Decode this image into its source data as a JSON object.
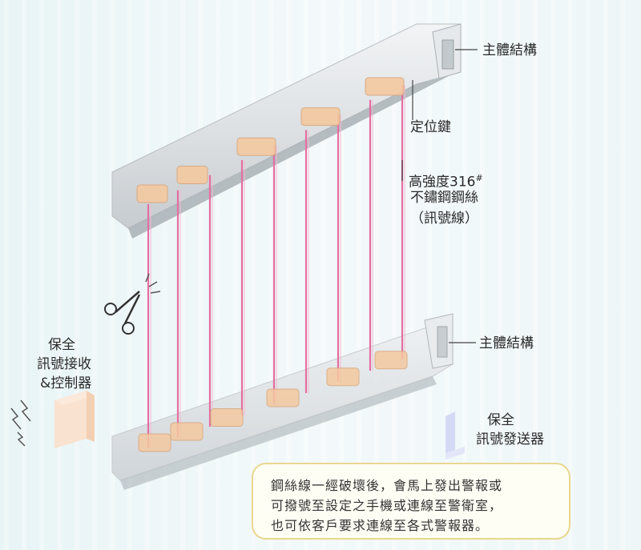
{
  "labels": {
    "top_structure": "主體結構",
    "locator_key": "定位鍵",
    "wire_line1": "高強度316",
    "wire_line1_sup": "#",
    "wire_line2": "不鏽鋼鋼絲",
    "wire_line3": "（訊號線）",
    "bottom_structure": "主體結構",
    "receiver_line1": "保全",
    "receiver_line2": "訊號接收",
    "receiver_line3": "&控制器",
    "transmitter_line1": "保全",
    "transmitter_line2": "訊號發送器"
  },
  "note": {
    "line1": "鋼絲線一經破壞後，會馬上發出警報或",
    "line2": "可撥號至設定之手機或連線至警衛室，",
    "line3": "也可依客戶要求連線至各式警報器。"
  },
  "colors": {
    "wire": "#e36fa3",
    "rail": "#dfe3e6",
    "clip": "#f4c9a0",
    "note_border": "#e9d78e",
    "transmitter": "#c9cff2",
    "receiver": "#f7d9c2"
  },
  "icons": [
    "scissors-icon",
    "lightning-icon",
    "receiver-box-icon",
    "transmitter-icon"
  ]
}
